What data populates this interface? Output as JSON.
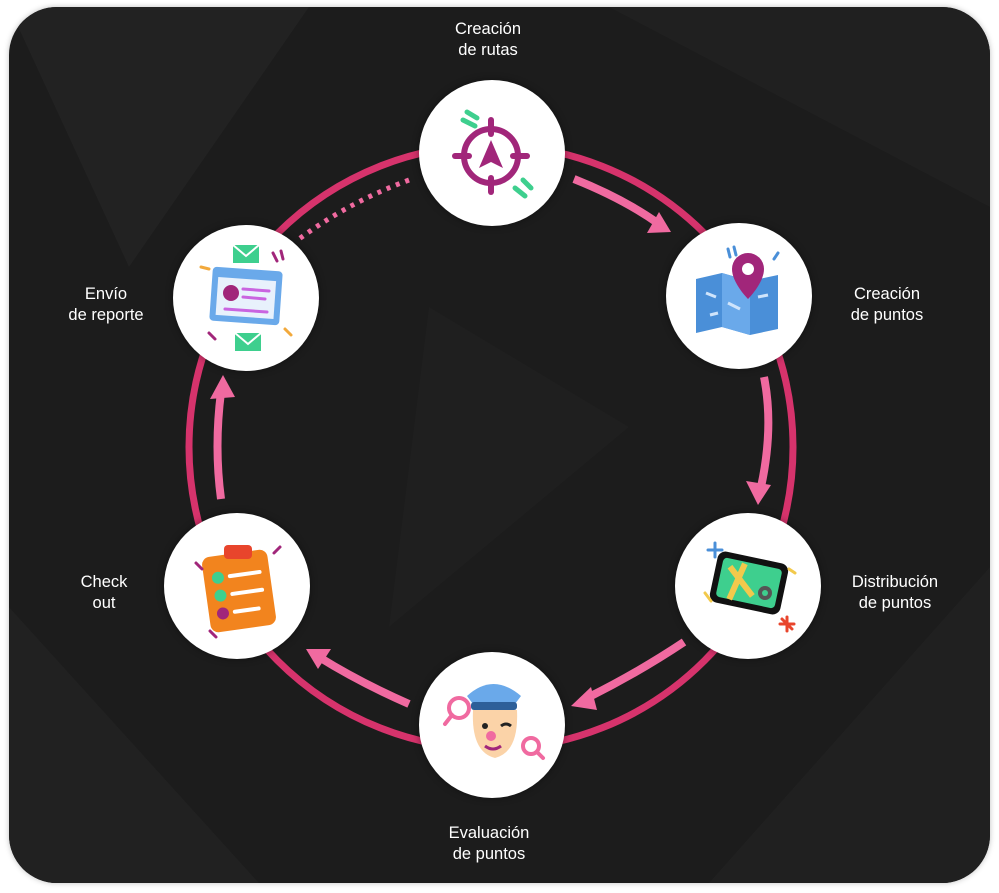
{
  "colors": {
    "background": "#1c1c1c",
    "ring": "#d6336c",
    "arrow": "#f06aa0",
    "node": "#ffffff",
    "text": "#ffffff"
  },
  "steps": [
    {
      "id": "creacion-rutas",
      "line1": "Creación",
      "line2": "de rutas",
      "icon": "target-navigation-icon"
    },
    {
      "id": "creacion-puntos",
      "line1": "Creación",
      "line2": "de puntos",
      "icon": "map-pin-icon"
    },
    {
      "id": "distribucion-puntos",
      "line1": "Distribución",
      "line2": "de puntos",
      "icon": "phone-map-icon"
    },
    {
      "id": "evaluacion-puntos",
      "line1": "Evaluación",
      "line2": "de puntos",
      "icon": "inspector-icon"
    },
    {
      "id": "check-out",
      "line1": "Check",
      "line2": "out",
      "icon": "clipboard-checklist-icon"
    },
    {
      "id": "envio-reporte",
      "line1": "Envío",
      "line2": "de reporte",
      "icon": "report-mail-icon"
    }
  ]
}
